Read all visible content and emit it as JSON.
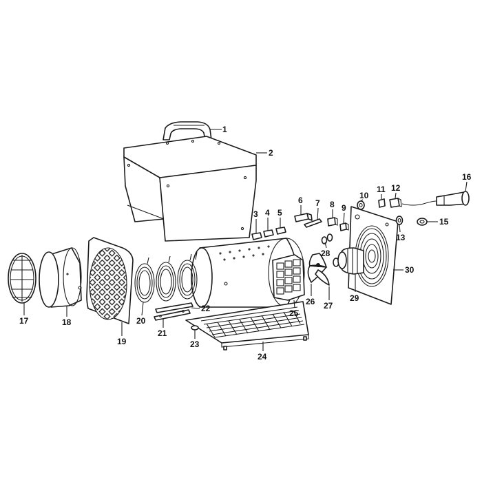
{
  "diagram": {
    "callouts": [
      {
        "id": "1",
        "label": "1"
      },
      {
        "id": "2",
        "label": "2"
      },
      {
        "id": "3",
        "label": "3"
      },
      {
        "id": "4",
        "label": "4"
      },
      {
        "id": "5",
        "label": "5"
      },
      {
        "id": "6",
        "label": "6"
      },
      {
        "id": "7",
        "label": "7"
      },
      {
        "id": "8",
        "label": "8"
      },
      {
        "id": "9",
        "label": "9"
      },
      {
        "id": "10",
        "label": "10"
      },
      {
        "id": "11",
        "label": "11"
      },
      {
        "id": "12",
        "label": "12"
      },
      {
        "id": "13",
        "label": "13"
      },
      {
        "id": "15",
        "label": "15"
      },
      {
        "id": "16",
        "label": "16"
      },
      {
        "id": "17",
        "label": "17"
      },
      {
        "id": "18",
        "label": "18"
      },
      {
        "id": "19",
        "label": "19"
      },
      {
        "id": "20",
        "label": "20"
      },
      {
        "id": "21",
        "label": "21"
      },
      {
        "id": "22",
        "label": "22"
      },
      {
        "id": "23",
        "label": "23"
      },
      {
        "id": "24",
        "label": "24"
      },
      {
        "id": "25",
        "label": "25"
      },
      {
        "id": "26",
        "label": "26"
      },
      {
        "id": "27",
        "label": "27"
      },
      {
        "id": "28",
        "label": "28"
      },
      {
        "id": "29",
        "label": "29"
      },
      {
        "id": "30",
        "label": "30"
      }
    ]
  }
}
